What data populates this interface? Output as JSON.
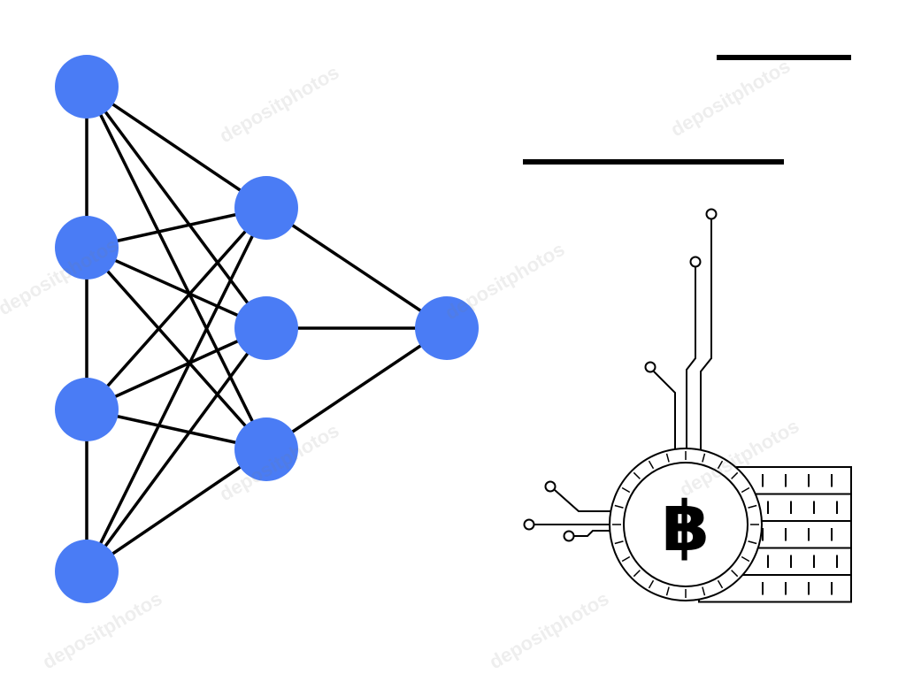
{
  "colors": {
    "node": "#4a7cf5",
    "stroke": "#000000",
    "background": "#ffffff"
  },
  "network": {
    "layers": [
      4,
      3,
      1
    ],
    "edges": [
      [
        1,
        2
      ],
      [
        2,
        3
      ],
      [
        3,
        4
      ]
    ]
  },
  "coin": {
    "symbol": "฿",
    "icon": "bitcoin-coin-icon"
  },
  "stack": {
    "rows": 5,
    "icon": "coin-stack-icon"
  },
  "circuit": {
    "icon": "circuit-traces-icon"
  },
  "title_bars": {
    "count": 2
  },
  "watermark": "depositphotos"
}
